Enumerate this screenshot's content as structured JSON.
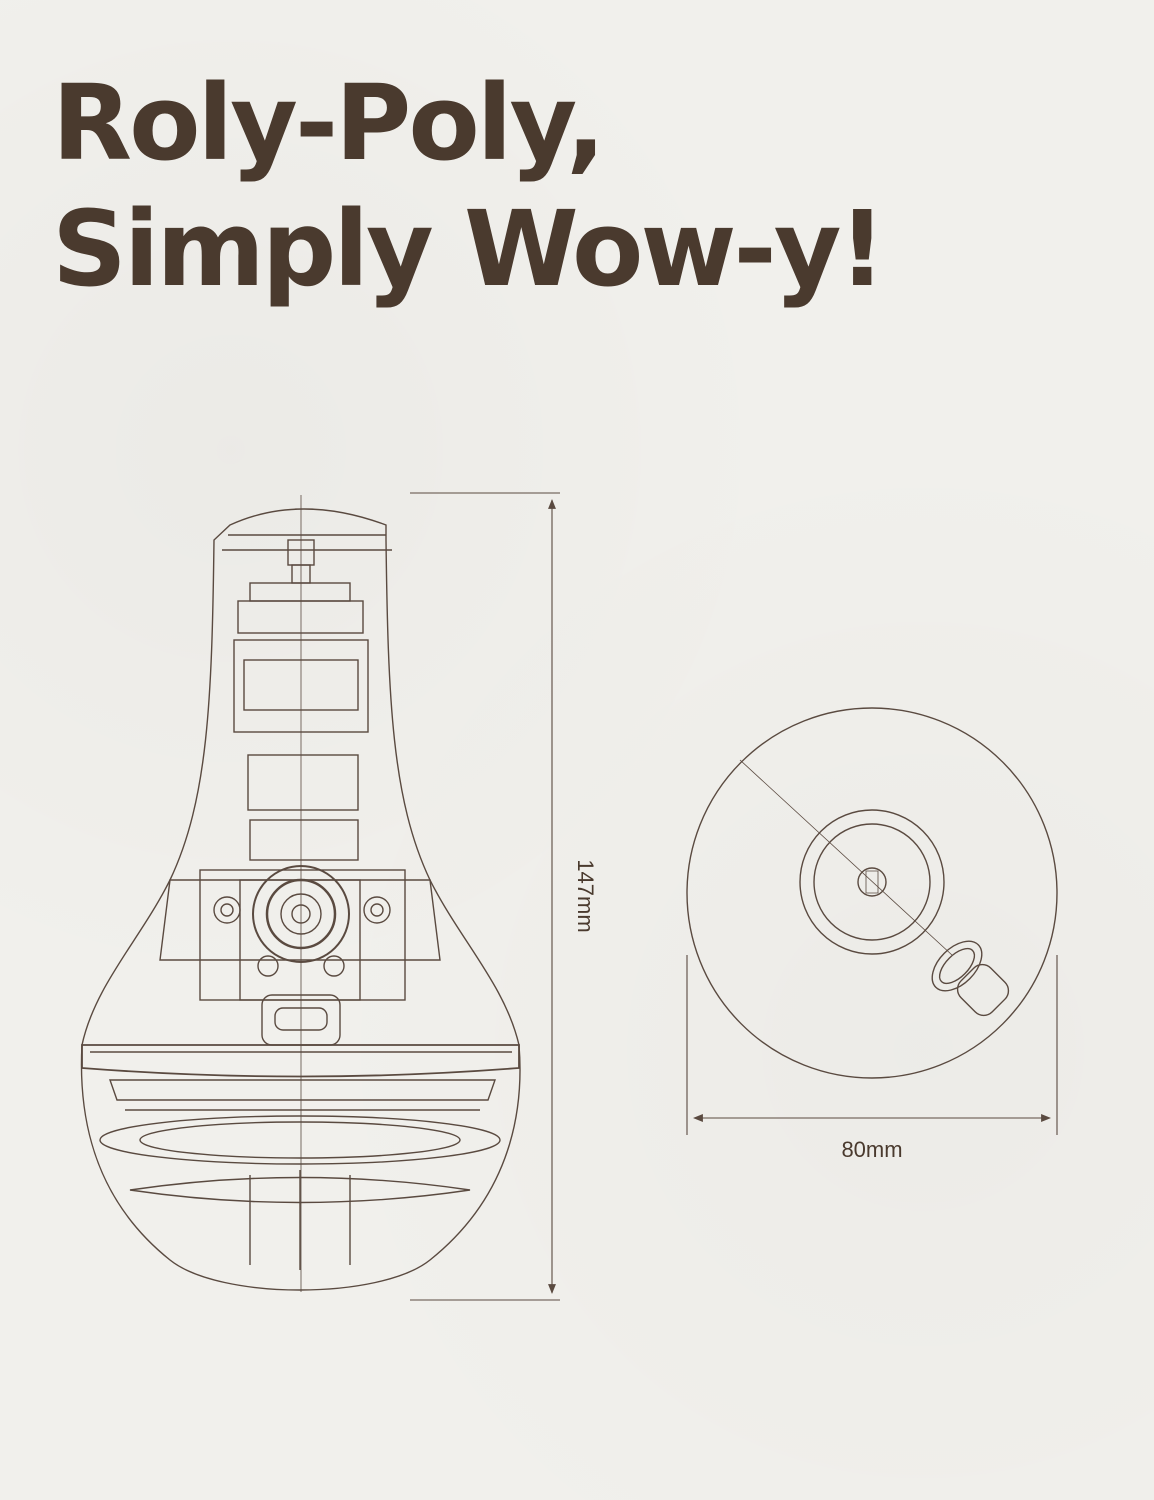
{
  "headline": {
    "line1": "Roly-Poly,",
    "line2": "Simply Wow-y!"
  },
  "dimensions": {
    "height": "147mm",
    "diameter": "80mm"
  },
  "colors": {
    "background": "#f1f0ec",
    "text": "#4a3a2e",
    "line": "#5a4a40"
  }
}
